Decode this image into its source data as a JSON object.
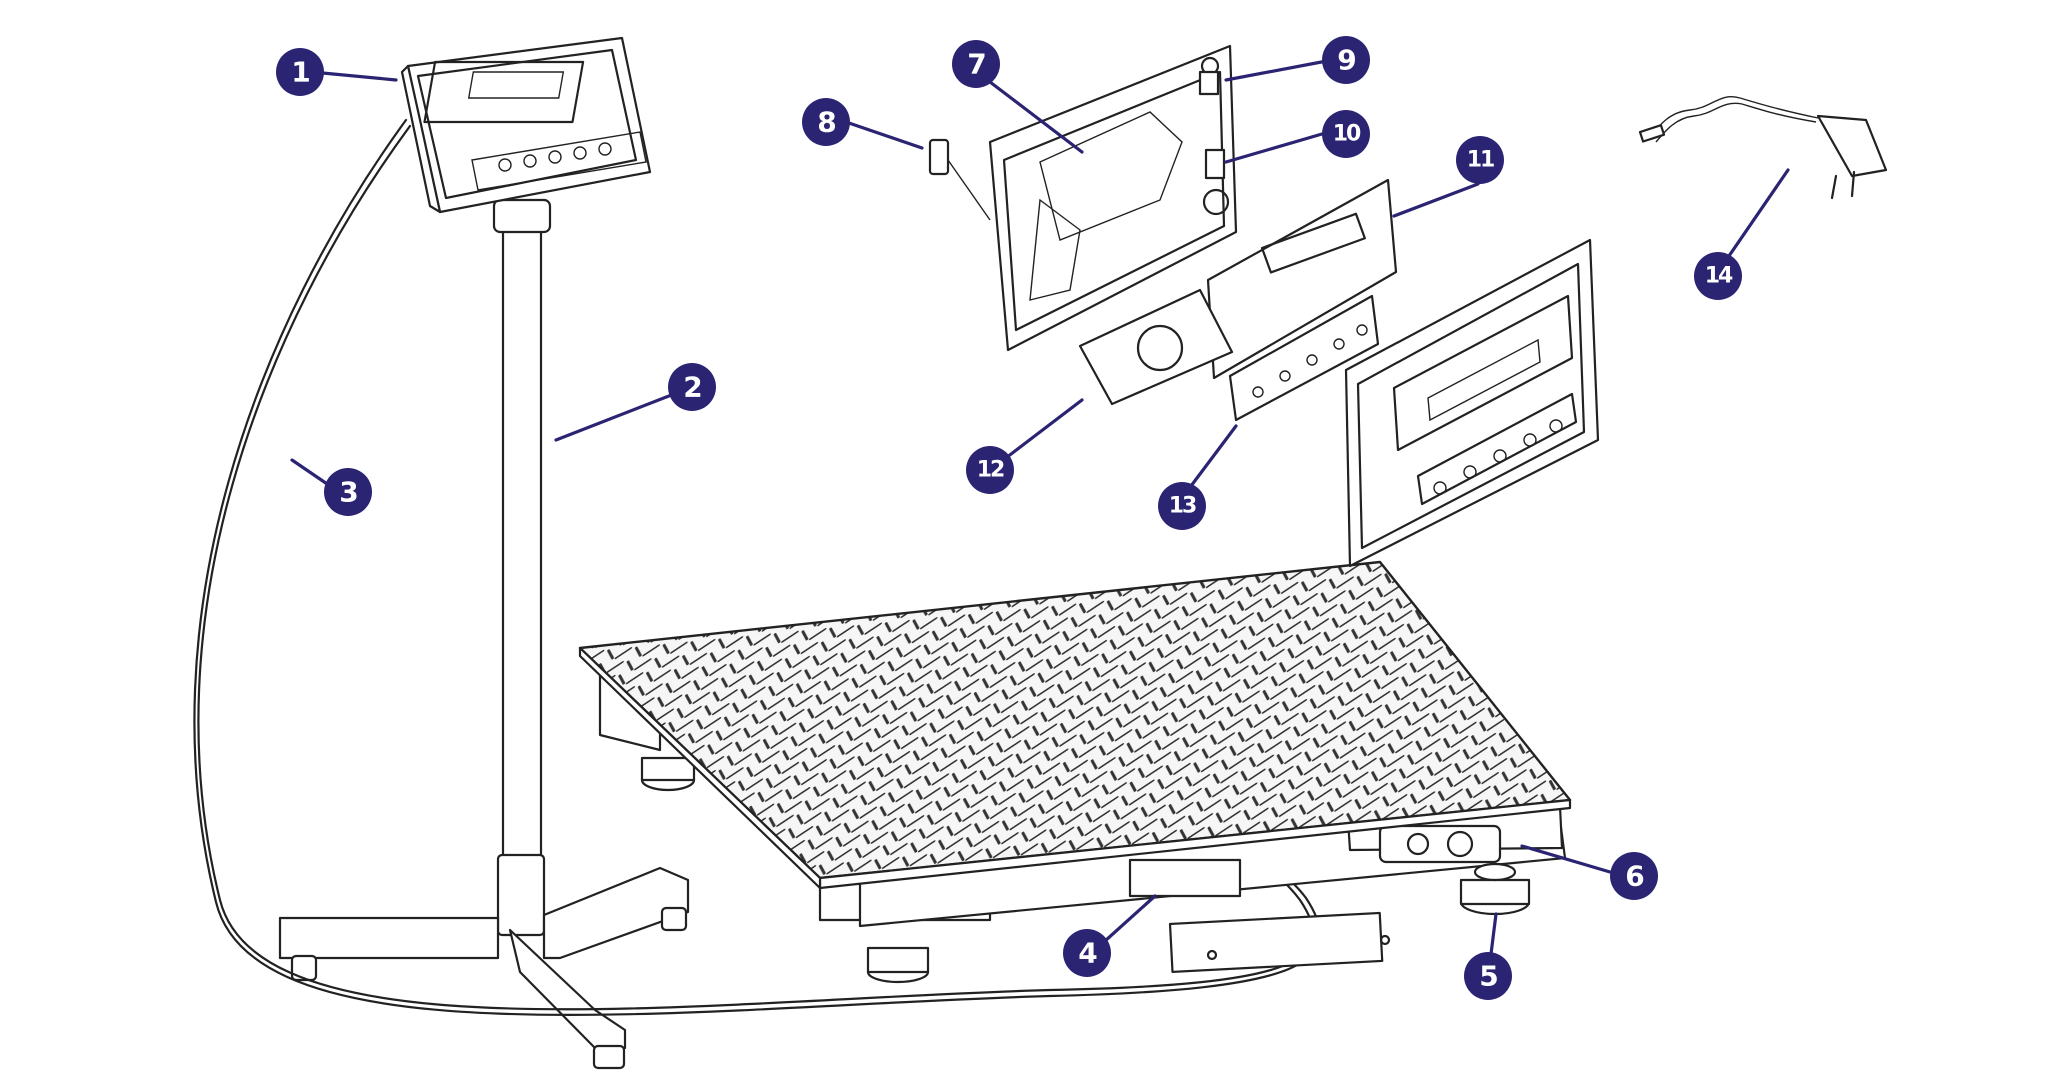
{
  "callouts": [
    {
      "num": "1",
      "part": "indicator"
    },
    {
      "num": "2",
      "part": "column"
    },
    {
      "num": "3",
      "part": "cable"
    },
    {
      "num": "4",
      "part": "junction-box"
    },
    {
      "num": "5",
      "part": "foot"
    },
    {
      "num": "6",
      "part": "load-cell"
    },
    {
      "num": "7",
      "part": "rear-housing"
    },
    {
      "num": "8",
      "part": "connector"
    },
    {
      "num": "9",
      "part": "terminal"
    },
    {
      "num": "10",
      "part": "terminal-block"
    },
    {
      "num": "11",
      "part": "display-board"
    },
    {
      "num": "12",
      "part": "battery"
    },
    {
      "num": "13",
      "part": "keypad-board"
    },
    {
      "num": "14",
      "part": "power-adapter"
    }
  ],
  "colors": {
    "badge": "#2a2472",
    "linework": "#222222",
    "background": "#ffffff"
  }
}
